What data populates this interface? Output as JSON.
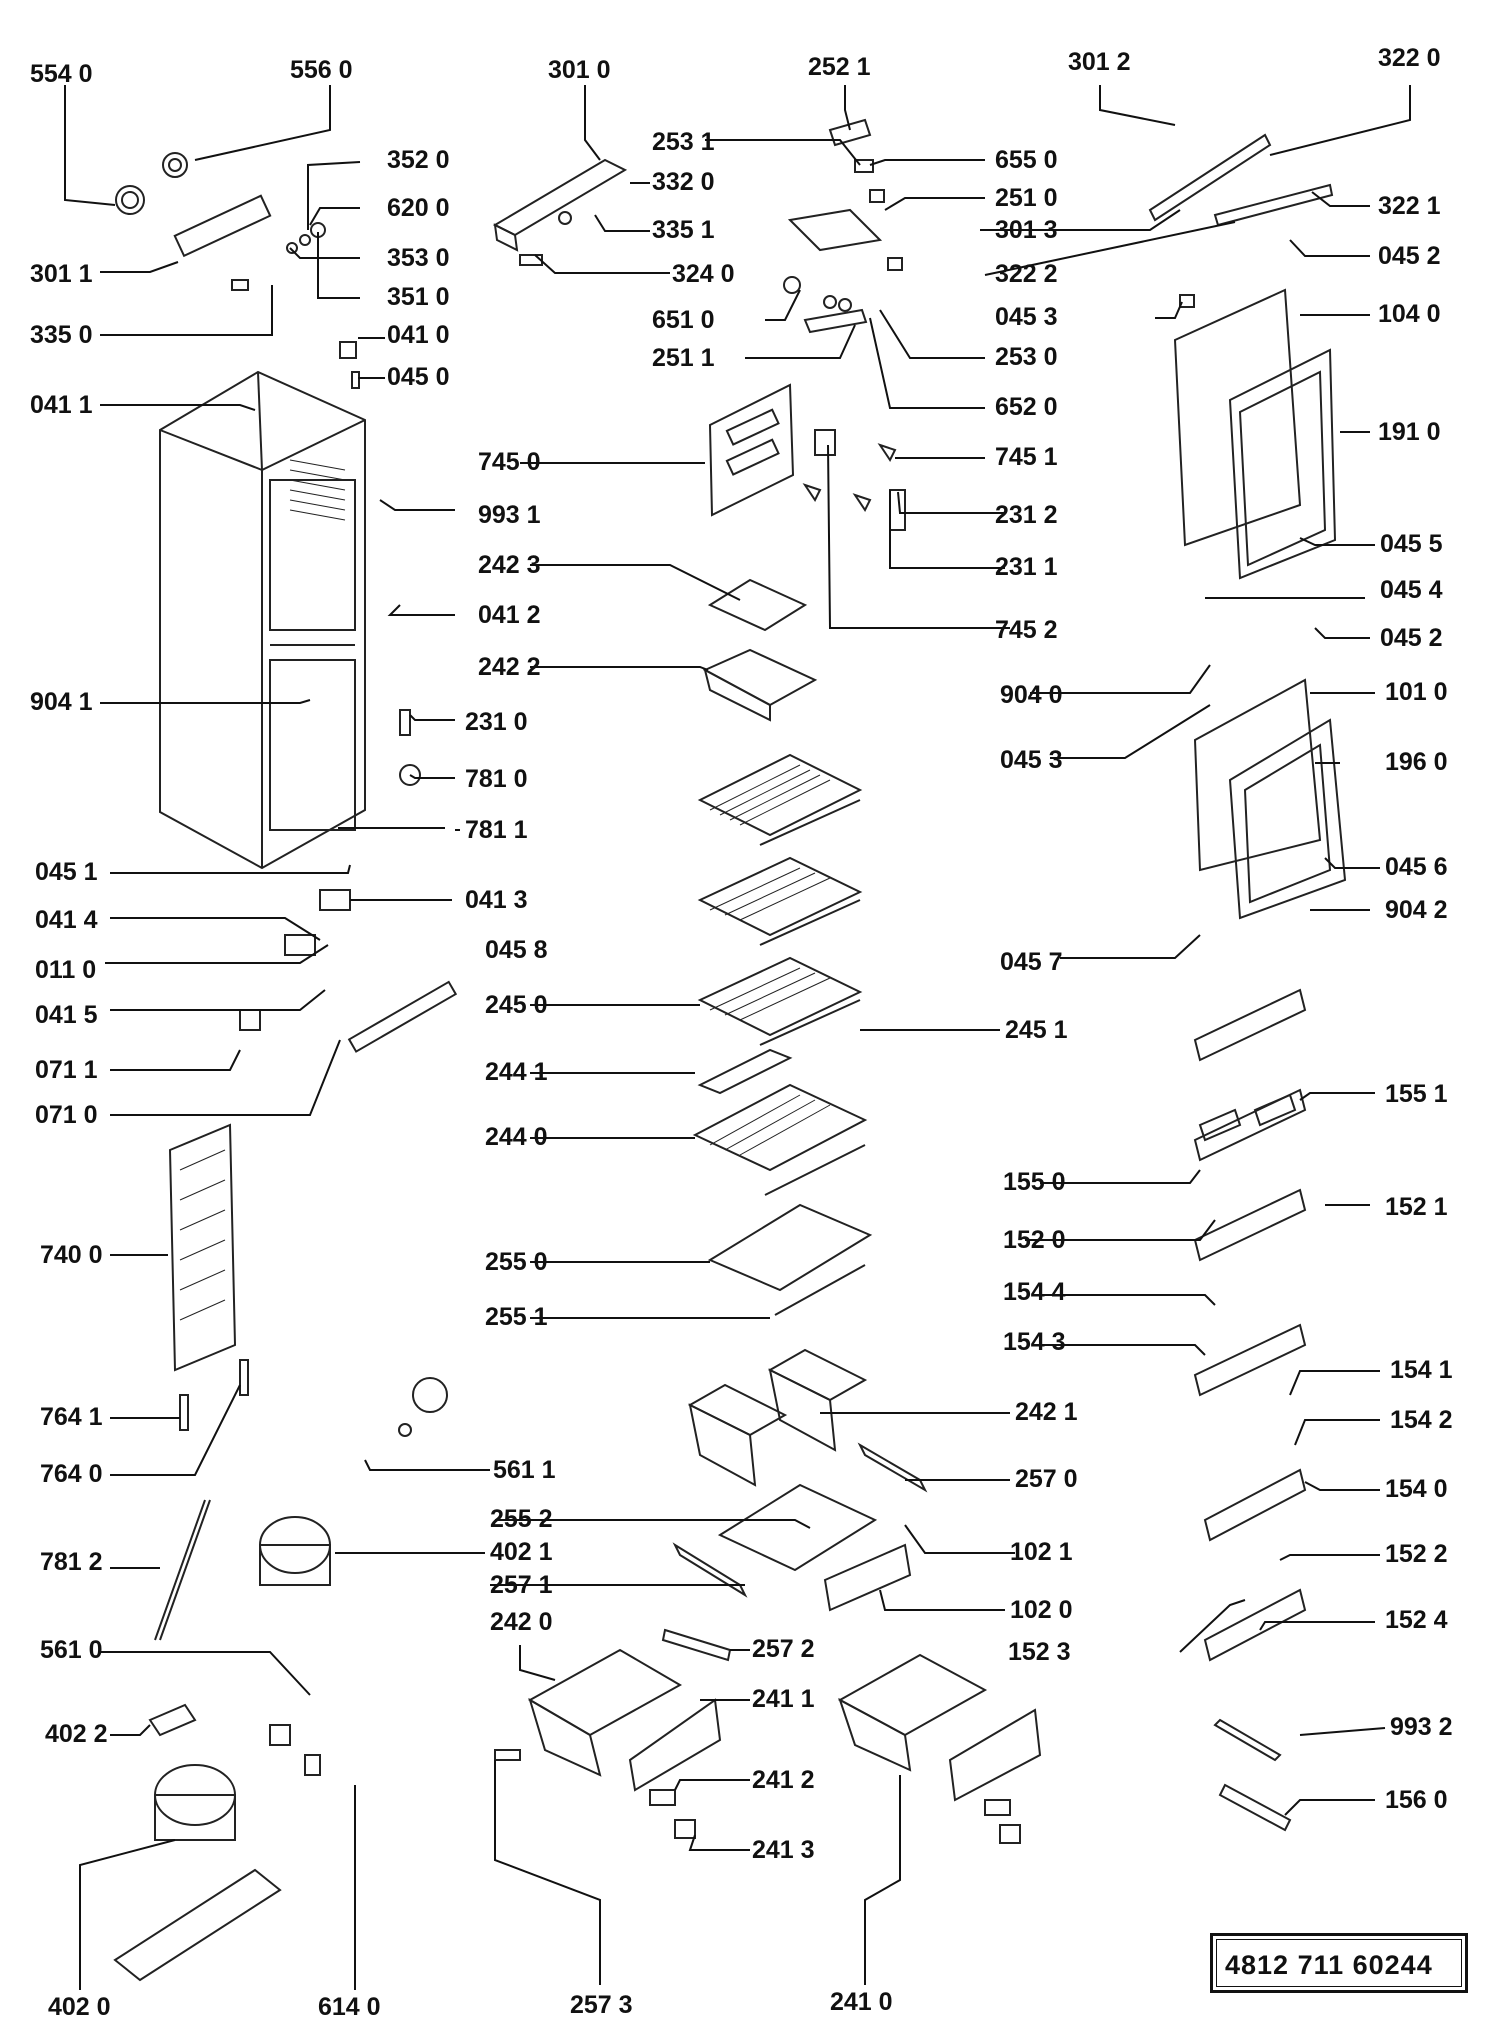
{
  "diagram": {
    "document_number": "4812  711  60244",
    "labels": {
      "l5540": "554 0",
      "l5560": "556 0",
      "l3520": "352 0",
      "l6200": "620 0",
      "l3530": "353 0",
      "l3011": "301 1",
      "l3510": "351 0",
      "l3350": "335 0",
      "l0410": "041 0",
      "l0450": "045 0",
      "l0411": "041 1",
      "l3010": "301 0",
      "l3320": "332 0",
      "l3351": "335 1",
      "l3240": "324 0",
      "l2521": "252 1",
      "l2531": "253 1",
      "l6550": "655 0",
      "l2510": "251 0",
      "l6510": "651 0",
      "l2511": "251 1",
      "l2530": "253 0",
      "l6520": "652 0",
      "l3012": "301 2",
      "l3220": "322 0",
      "l3221": "322 1",
      "l3013": "301 3",
      "l0452a": "045 2",
      "l3222": "322 2",
      "l0453a": "045 3",
      "l1040": "104 0",
      "l1910": "191 0",
      "l7450": "745 0",
      "l7451": "745 1",
      "l9931": "993 1",
      "l2312": "231 2",
      "l2311": "231 1",
      "l2423": "242 3",
      "l0412": "041 2",
      "l7452": "745 2",
      "l2422": "242 2",
      "l0455": "045 5",
      "l0454": "045 4",
      "l0452b": "045 2",
      "l9041": "904 1",
      "l9040": "904 0",
      "l1010": "101 0",
      "l2310": "231 0",
      "l0453b": "045 3",
      "l1960": "196 0",
      "l7810": "781 0",
      "l7811": "781 1",
      "l0451": "045 1",
      "l0456": "045 6",
      "l0413": "041 3",
      "l9042": "904 2",
      "l0414": "041 4",
      "l0458": "045 8",
      "l0110": "011 0",
      "l0457": "045 7",
      "l0415": "041 5",
      "l2450": "245 0",
      "l2451": "245 1",
      "l0711": "071 1",
      "l2441": "244 1",
      "l0710": "071 0",
      "l1551": "155 1",
      "l2440": "244 0",
      "l1550": "155 0",
      "l1521": "152 1",
      "l1520": "152 0",
      "l7400": "740 0",
      "l2550": "255 0",
      "l2551": "255 1",
      "l1544": "154 4",
      "l1543": "154 3",
      "l1541": "154 1",
      "l7641": "764 1",
      "l2421": "242 1",
      "l1542": "154 2",
      "l7640": "764 0",
      "l5611": "561 1",
      "l2570": "257 0",
      "l1540": "154 0",
      "l2552": "255 2",
      "l7812": "781 2",
      "l4021": "402 1",
      "l1021": "102 1",
      "l1522": "152 2",
      "l2571": "257 1",
      "l1020": "102 0",
      "l1524": "152 4",
      "l5610": "561 0",
      "l2420": "242 0",
      "l2572": "257 2",
      "l1523": "152 3",
      "l2411": "241 1",
      "l4022": "402 2",
      "l9932": "993 2",
      "l2412": "241 2",
      "l1560": "156 0",
      "l2413": "241 3",
      "l4020": "402 0",
      "l6140": "614 0",
      "l2573": "257 3",
      "l2410": "241 0"
    }
  }
}
